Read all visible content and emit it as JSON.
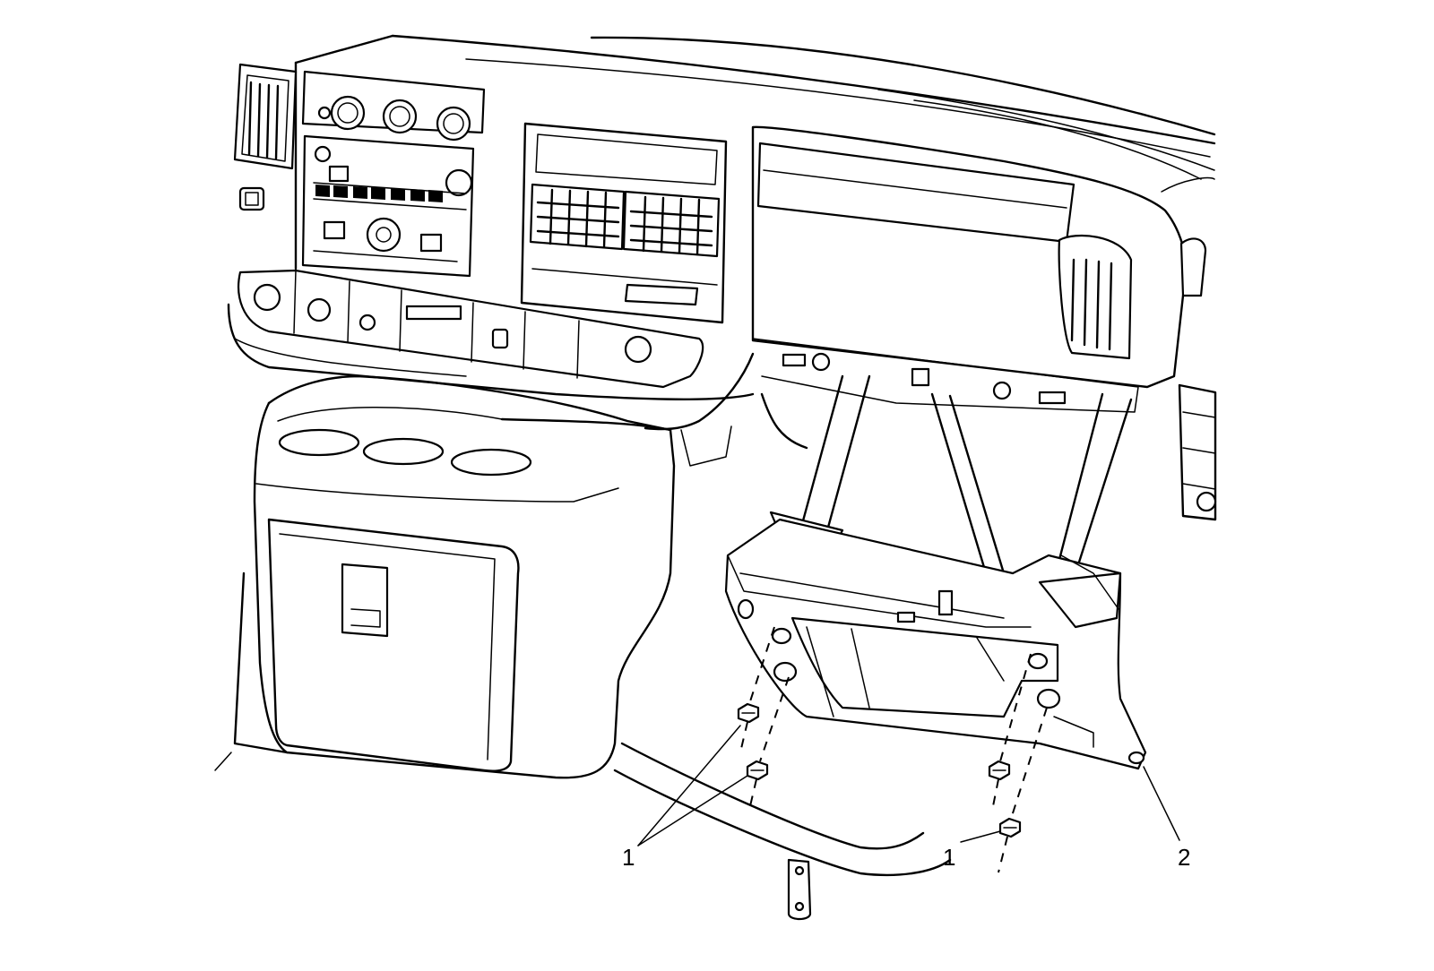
{
  "diagram": {
    "callouts": [
      {
        "id": "fastener-left",
        "text": "1"
      },
      {
        "id": "fastener-right",
        "text": "1"
      },
      {
        "id": "lower-trim-panel",
        "text": "2"
      }
    ]
  },
  "colors": {
    "line": "#000000",
    "background": "#ffffff"
  }
}
